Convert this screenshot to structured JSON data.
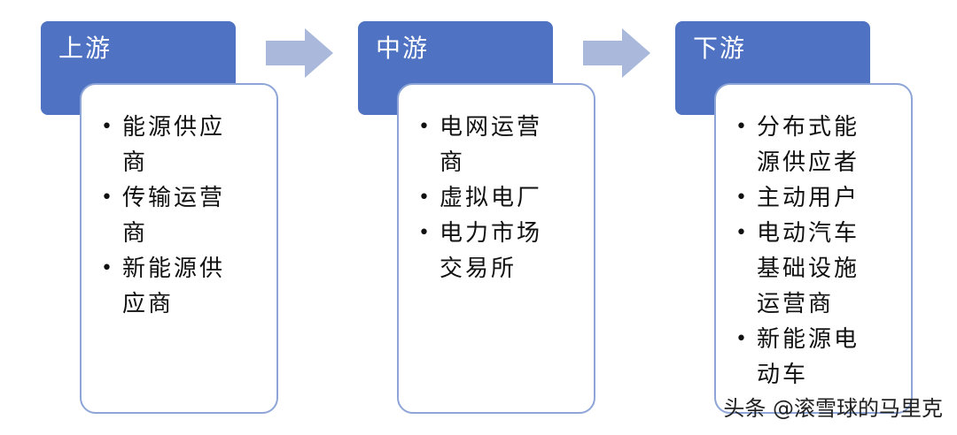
{
  "colors": {
    "title_box": "#4f73c2",
    "card_border": "#8ea5d8",
    "arrow": "#aab9db"
  },
  "stages": [
    {
      "title": "上游",
      "items": [
        "能源供应商",
        "传输运营商",
        "新能源供应商"
      ]
    },
    {
      "title": "中游",
      "items": [
        "电网运营商",
        "虚拟电厂",
        "电力市场交易所"
      ]
    },
    {
      "title": "下游",
      "items": [
        "分布式能源供应者",
        "主动用户",
        "电动汽车基础设施运营商",
        "新能源电动车"
      ]
    }
  ],
  "watermark": "头条 @滚雪球的马里克"
}
